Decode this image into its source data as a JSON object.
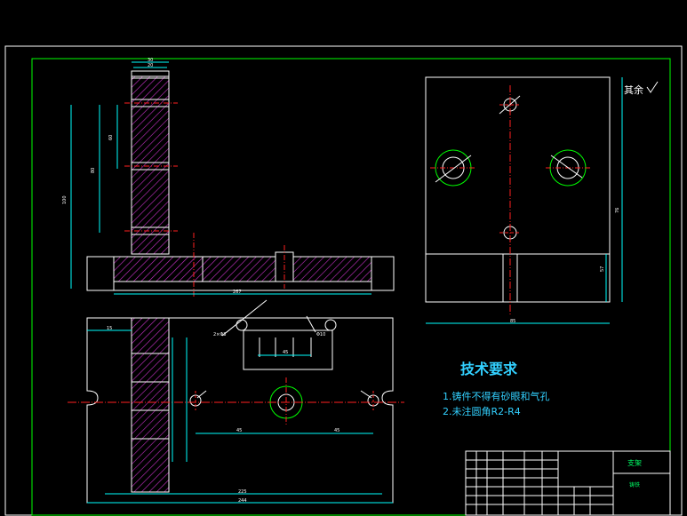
{
  "colors": {
    "background": "#000000",
    "outline": "#ffffff",
    "frame": "#00ff00",
    "hatch": "#cc33cc",
    "dimension": "#00ffff",
    "centerline": "#ff2020",
    "text": "#32d0ff"
  },
  "surface_note": {
    "label": "其余"
  },
  "tech_req": {
    "title": "技术要求",
    "items": [
      "1.铸件不得有砂眼和气孔",
      "2.未注圆角R2-R4"
    ]
  },
  "title_block": {
    "part_name": "支架",
    "material": "铸铁"
  },
  "dims": {
    "front_top_a": "30",
    "front_top_b": "20",
    "front_width": "267",
    "left_height_a": "60",
    "left_height_b": "80",
    "left_height_c": "100",
    "side_height": "76",
    "side_bottom": "57",
    "side_width": "85",
    "plan_width_a": "225",
    "plan_width_b": "244",
    "plan_center": "45",
    "plan_half_a": "45",
    "plan_half_b": "45",
    "plan_left": "15",
    "plan_mid_a": "2×Φ8",
    "plan_mid_b": "Φ10"
  }
}
